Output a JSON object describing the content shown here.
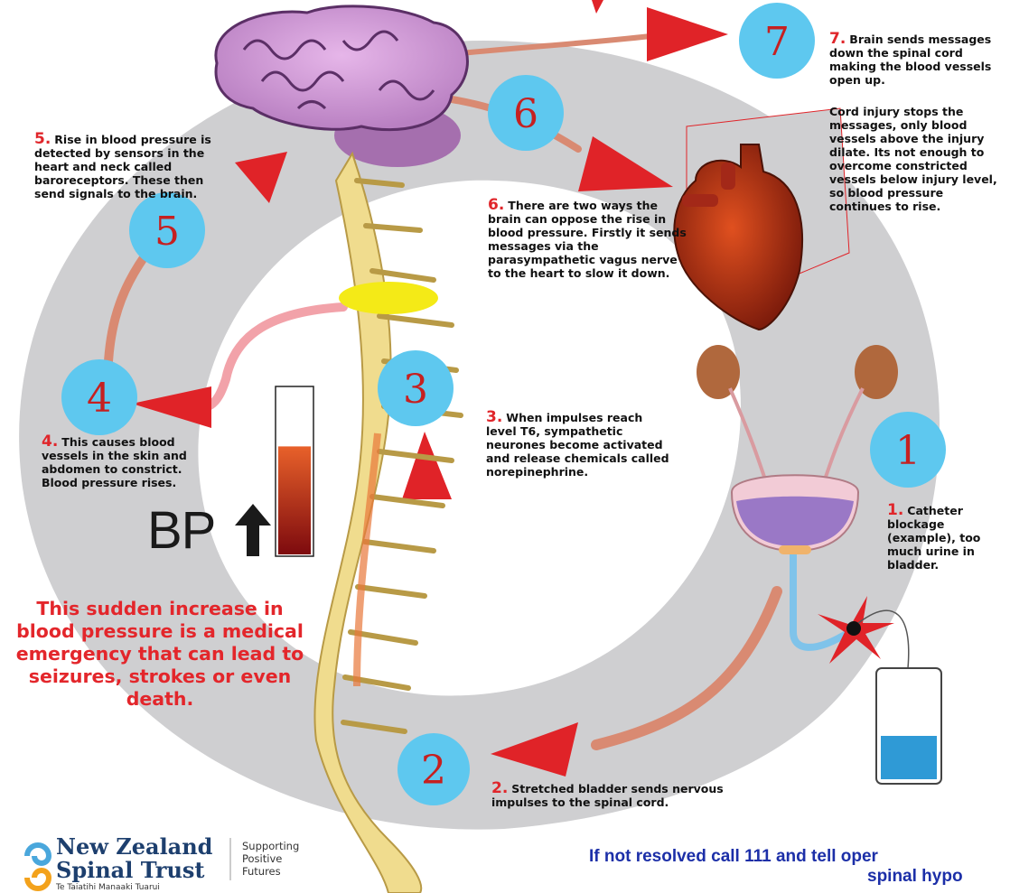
{
  "steps": [
    {
      "num": "1",
      "label": "1.",
      "text": "Catheter blockage (example), too much urine in bladder."
    },
    {
      "num": "2",
      "label": "2.",
      "text": "Stretched bladder sends nervous impulses to the spinal cord."
    },
    {
      "num": "3",
      "label": "3.",
      "text": "When  impulses reach level T6, sympathetic neurones become activated and release chemicals called norepinephrine."
    },
    {
      "num": "4",
      "label": "4.",
      "text": "This causes blood vessels in the skin and abdomen to constrict. Blood pressure rises."
    },
    {
      "num": "5",
      "label": "5.",
      "text": "Rise in blood pressure is detected by sensors in the heart and neck called baroreceptors.  These then send signals to the brain."
    },
    {
      "num": "6",
      "label": "6.",
      "text": "There are two ways the brain can oppose the rise in blood pressure. Firstly it sends messages via the parasympathetic vagus nerve to the heart to slow it down."
    },
    {
      "num": "7",
      "label": "7.",
      "text": "Brain sends messages down the spinal cord  making the blood vessels open up."
    }
  ],
  "step7_extra": "Cord injury stops the messages, only blood vessels above the injury dilate.  Its not enough to overcome constricted vessels below injury level, so blood pressure continues to rise.",
  "bp": {
    "label": "BP",
    "fill_level": 0.65
  },
  "warning": "This sudden increase in blood pressure is a medical emergency that can lead to seizures, strokes or even death.",
  "footer": {
    "message_line1": "If not resolved call 111 and tell oper",
    "message_line2": "spinal hypo"
  },
  "org": {
    "name_line1": "New Zealand",
    "name_line2": "Spinal Trust",
    "tagline_line1": "Supporting",
    "tagline_line2": "Positive",
    "tagline_line3": "Futures",
    "maori_name": "Te Taiatihi Manaaki Tuarui"
  },
  "colors": {
    "ring": "#cfcfd1",
    "circle": "#5ec8ef",
    "arrow": "#e02328",
    "text_red": "#e3262b",
    "footer_blue": "#1c2fa8"
  }
}
